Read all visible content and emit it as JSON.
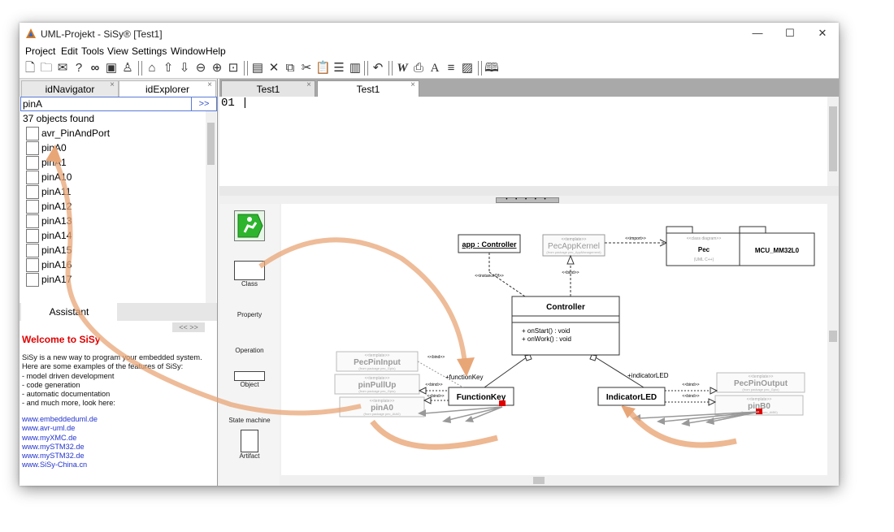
{
  "window": {
    "title": "UML-Projekt - SiSy® [Test1]",
    "minimize": "—",
    "maximize": "☐",
    "close": "✕"
  },
  "menu": [
    "Project",
    "Edit",
    "Tools",
    "View",
    "Settings",
    "Window",
    "Help"
  ],
  "toolbar_icons": [
    "new-icon",
    "open-folder-icon",
    "mail-icon",
    "help-icon",
    "binoculars-icon",
    "window-icon",
    "figure-icon",
    "home-icon",
    "arrow-up-icon",
    "arrow-down-icon",
    "zoom-out-icon",
    "zoom-in-icon",
    "zoom-fit-icon",
    "page-icon",
    "delete-icon",
    "copy-icon",
    "cut-icon",
    "paste-icon",
    "list-icon",
    "table-icon",
    "undo-icon",
    "bold-w-icon",
    "print-icon",
    "font-a-icon",
    "align-icon",
    "image-icon",
    "book-icon"
  ],
  "left_tabs": {
    "navigator": "idNavigator",
    "explorer": "idExplorer",
    "close": "×"
  },
  "search": {
    "value": "pinA",
    "go": ">>"
  },
  "results": {
    "count": "37 objects found",
    "items": [
      "avr_PinAndPort",
      "pinA0",
      "pinA1",
      "pinA10",
      "pinA11",
      "pinA12",
      "pinA13",
      "pinA14",
      "pinA15",
      "pinA16",
      "pinA17"
    ]
  },
  "assistant": {
    "tab": "Assistant",
    "nav": "<<  >>",
    "welcome": "Welcome to SiSy",
    "intro": "SiSy is a new way to program your embedded system. Here are some examples of the features of SiSy:",
    "features": [
      "- model driven development",
      "- code generation",
      "- automatic documentation",
      "- and much more, look here:"
    ],
    "links": [
      "www.embeddeduml.de",
      "www.avr-uml.de",
      "www.myXMC.de",
      "www.mySTM32.de",
      "www.mySTM32.de",
      "www.SiSy-China.cn"
    ]
  },
  "doc_tabs": [
    "Test1",
    "Test1"
  ],
  "editor": {
    "line": "01 |"
  },
  "palette": [
    "Class",
    "Property",
    "Operation",
    "Object",
    "State machine",
    "Artifact"
  ],
  "diagram": {
    "app_controller": "app : Controller",
    "pec_app_kernel": "PecAppKernel",
    "template_stereo": "<<template>>",
    "pec_app_kernel_from": "(from package pec_AppManagement)",
    "import": "<<import>>",
    "pec": "Pec",
    "pec_stereo": "<<class diagram>>",
    "pec_sub": "(UML C++)",
    "mcu": "MCU_MM32L0",
    "instance_of": "<<instanceOf>>",
    "bind": "<<bind>>",
    "controller": "Controller",
    "on_start": "+ onStart() : void",
    "on_work": "+ onWork() : void",
    "function_key_role": "+functionKey",
    "indicator_led_role": "+indicatorLED",
    "function_key": "FunctionKey",
    "indicator_led": "IndicatorLED",
    "pec_pin_input": "PecPinInput",
    "pec_pin_input_from": "(from package pec_Gpio)",
    "pin_pull_up": "pinPullUp",
    "pin_pull_up_from": "(from package pec_Gpio)",
    "pin_a0": "pinA0",
    "pin_a0_from": "(from package pec_AtA0)",
    "pec_pin_output": "PecPinOutput",
    "pec_pin_output_from": "(from package pec_Gpio)",
    "pin_b0": "pinB0",
    "pin_b0_from": "(from package pec_AtB0)"
  },
  "colors": {
    "accent_arrow": "#e8a677",
    "welcome": "#e00000",
    "link": "#2233cc",
    "palette_green": "#2db52d"
  }
}
